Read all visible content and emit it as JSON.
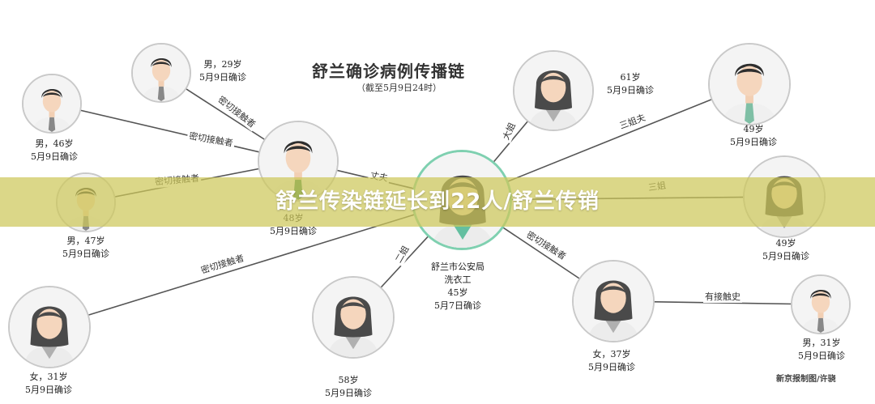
{
  "diagram": {
    "title": "舒兰确诊病例传播链",
    "subtitle": "（截至5月9日24时）",
    "credit": "新京报制图/许骁",
    "banner": "舒兰传染链延长到22人/舒兰传销"
  },
  "nodes": [
    {
      "id": "center",
      "gender": "female",
      "accent": "#64bfa0",
      "info": [
        "舒兰市公安局",
        "洗衣工",
        "45岁",
        "5月7日确诊"
      ]
    },
    {
      "id": "husband",
      "gender": "male",
      "accent": "#3a8a55",
      "info": [
        "48岁",
        "5月9日确诊"
      ]
    },
    {
      "id": "m29",
      "gender": "male",
      "accent": "#888888",
      "info": [
        "男，29岁",
        "5月9日确诊"
      ]
    },
    {
      "id": "m46",
      "gender": "male",
      "accent": "#888888",
      "info": [
        "男，46岁",
        "5月9日确诊"
      ]
    },
    {
      "id": "m47",
      "gender": "male",
      "accent": "#888888",
      "info": [
        "男，47岁",
        "5月9日确诊"
      ]
    },
    {
      "id": "f31",
      "gender": "female",
      "accent": "#b0b0b0",
      "info": [
        "女，31岁",
        "5月9日确诊"
      ]
    },
    {
      "id": "f58",
      "gender": "female",
      "accent": "#b0b0b0",
      "info": [
        "58岁",
        "5月9日确诊"
      ]
    },
    {
      "id": "f61",
      "gender": "female",
      "accent": "#b0b0b0",
      "info": [
        "61岁",
        "5月9日确诊"
      ]
    },
    {
      "id": "m49",
      "gender": "male",
      "accent": "#7fbfa5",
      "info": [
        "49岁",
        "5月9日确诊"
      ]
    },
    {
      "id": "f49",
      "gender": "female",
      "accent": "#b0b0b0",
      "info": [
        "49岁",
        "5月9日确诊"
      ]
    },
    {
      "id": "f37",
      "gender": "female",
      "accent": "#b0b0b0",
      "info": [
        "女，37岁",
        "5月9日确诊"
      ]
    },
    {
      "id": "m31",
      "gender": "male",
      "accent": "#888888",
      "info": [
        "男，31岁",
        "5月9日确诊"
      ]
    }
  ],
  "edges": [
    {
      "from": "center",
      "to": "husband",
      "label": "丈夫"
    },
    {
      "from": "husband",
      "to": "m29",
      "label": "密切接触者"
    },
    {
      "from": "husband",
      "to": "m46",
      "label": "密切接触者"
    },
    {
      "from": "husband",
      "to": "m47",
      "label": "密切接触者"
    },
    {
      "from": "center",
      "to": "f31",
      "label": "密切接触者"
    },
    {
      "from": "center",
      "to": "f58",
      "label": "二姐"
    },
    {
      "from": "center",
      "to": "f61",
      "label": "大姐"
    },
    {
      "from": "center",
      "to": "m49",
      "label": "三姐夫"
    },
    {
      "from": "center",
      "to": "f49",
      "label": "三姐"
    },
    {
      "from": "center",
      "to": "f37",
      "label": "密切接触者"
    },
    {
      "from": "f37",
      "to": "m31",
      "label": "有接触史"
    }
  ]
}
